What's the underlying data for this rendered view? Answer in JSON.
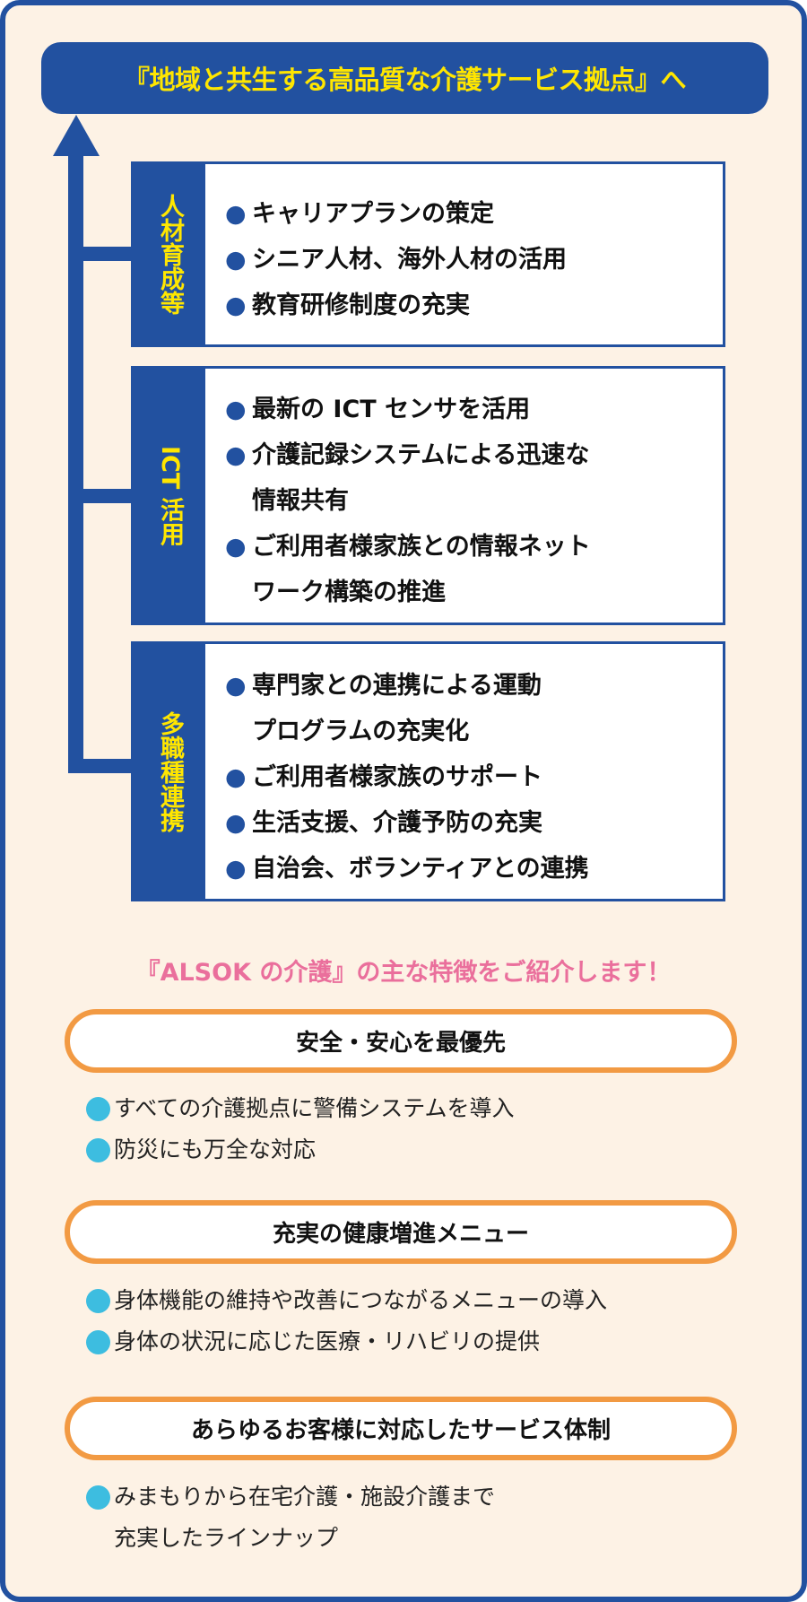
{
  "banner": "『地域と共生する高品質な介護サービス拠点』へ",
  "boxes": [
    {
      "label": "人材育成等",
      "items": [
        "キャリアプランの策定",
        "シニア人材、海外人材の活用",
        "教育研修制度の充実"
      ]
    },
    {
      "label": "ICT 活用",
      "items": [
        "最新の ICT センサを活用",
        "介護記録システムによる迅速な\n情報共有",
        "ご利用者様家族との情報ネット\nワーク構築の推進"
      ]
    },
    {
      "label": "多職種連携",
      "items": [
        "専門家との連携による運動\nプログラムの充実化",
        "ご利用者様家族のサポート",
        "生活支援、介護予防の充実",
        "自治会、ボランティアとの連携"
      ]
    }
  ],
  "bullet": "●",
  "features_heading": "『ALSOK の介護』の主な特徴をご紹介します！",
  "features": [
    {
      "title": "安全・安心を最優先",
      "items": [
        "すべての介護拠点に警備システムを導入",
        "防災にも万全な対応"
      ]
    },
    {
      "title": "充実の健康増進メニュー",
      "items": [
        "身体機能の維持や改善につながるメニューの導入",
        "身体の状況に応じた医療・リハビリの提供"
      ]
    },
    {
      "title": "あらゆるお客様に対応したサービス体制",
      "items": [
        "みまもりから在宅介護・施設介護まで\n充実したラインナップ"
      ]
    }
  ],
  "colors": {
    "blue": "#2251a0",
    "yellow": "#ffe600",
    "pink": "#ea6f9c",
    "orange": "#f29a43",
    "cyan": "#3dbde0",
    "bg": "#fdf2e5"
  }
}
